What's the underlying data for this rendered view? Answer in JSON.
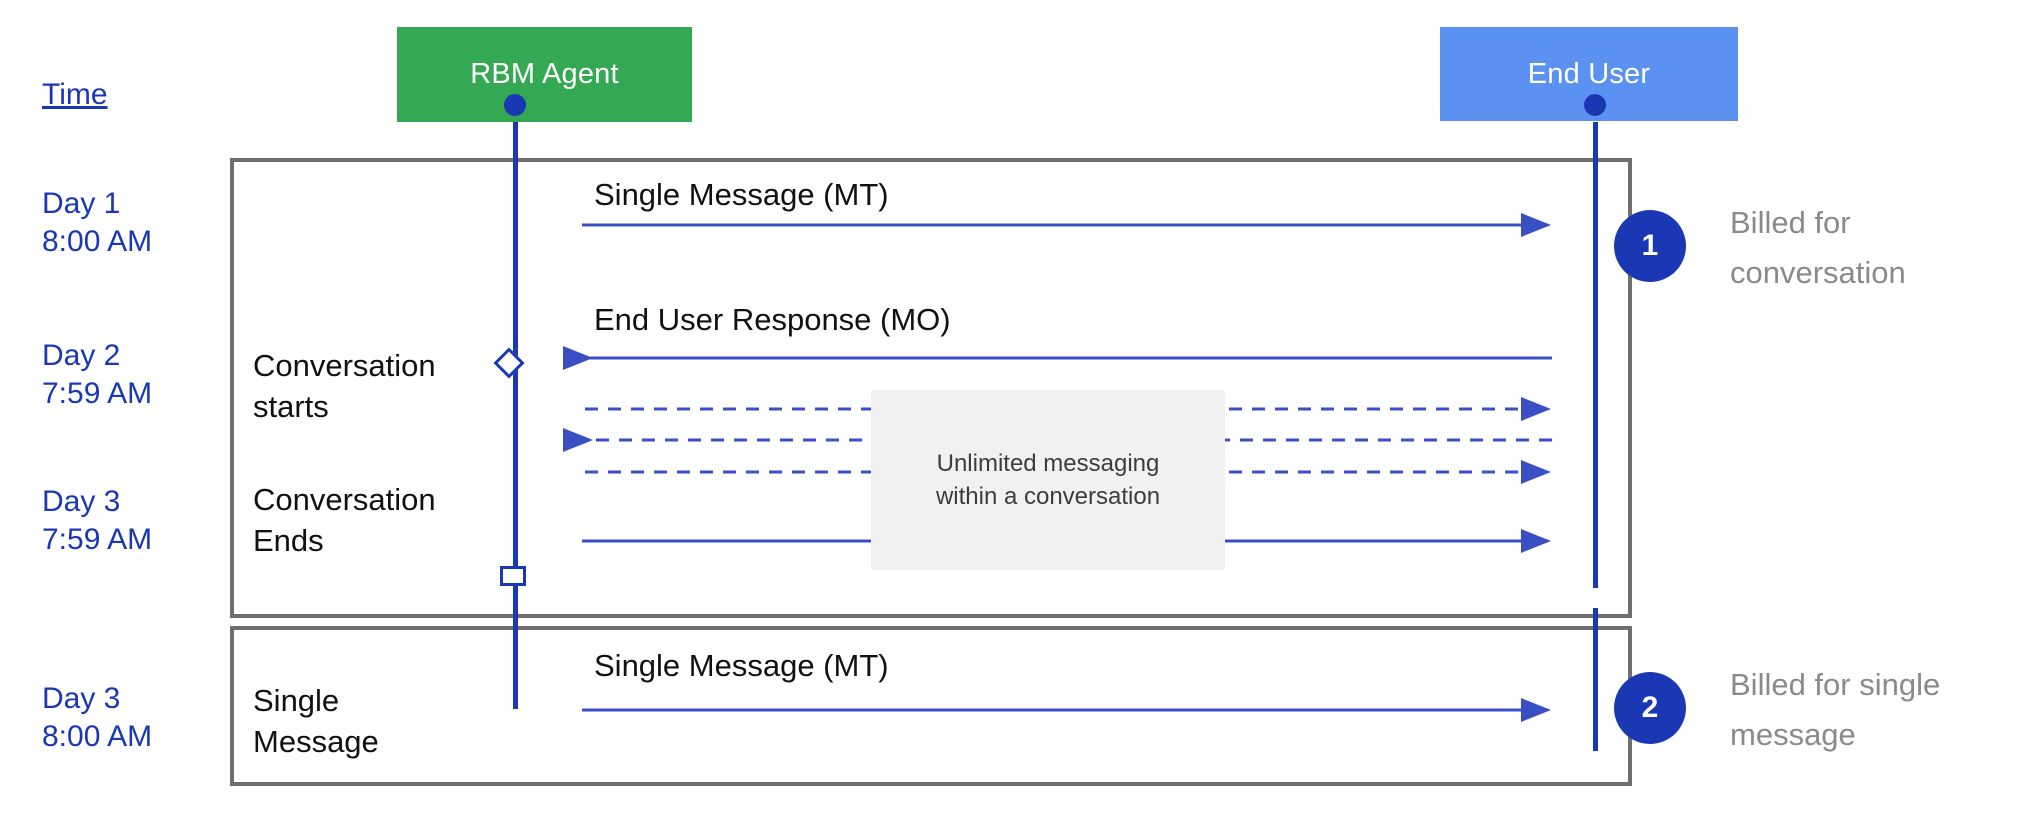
{
  "diagram": {
    "title_column": {
      "heading": "Time",
      "entries": [
        {
          "day": "Day 1",
          "time": "8:00 AM",
          "text": "Day 1\n8:00 AM"
        },
        {
          "day": "Day 2",
          "time": "7:59 AM",
          "text": "Day 2\n7:59 AM"
        },
        {
          "day": "Day 3",
          "time": "7:59 AM",
          "text": "Day 3\n7:59 AM"
        },
        {
          "day": "Day 3",
          "time": "8:00 AM",
          "text": "Day 3\n8:00 AM"
        }
      ]
    },
    "actors": [
      {
        "name": "rbm-agent",
        "label": "RBM Agent",
        "color": "#34a853"
      },
      {
        "name": "end-user",
        "label": "End User",
        "color": "#5b91f0"
      }
    ],
    "stage_labels": [
      {
        "text": "Conversation\nstarts"
      },
      {
        "text": "Conversation\nEnds"
      },
      {
        "text": "Single\nMessage"
      }
    ],
    "messages": [
      {
        "label": "Single Message (MT)",
        "direction": "agent-to-user",
        "style": "solid"
      },
      {
        "label": "End User Response (MO)",
        "direction": "user-to-agent",
        "style": "solid"
      },
      {
        "label": "",
        "direction": "agent-to-user",
        "style": "dashed"
      },
      {
        "label": "",
        "direction": "user-to-agent",
        "style": "dashed"
      },
      {
        "label": "",
        "direction": "agent-to-user",
        "style": "dashed"
      },
      {
        "label": "",
        "direction": "agent-to-user",
        "style": "solid"
      },
      {
        "label": "Single Message (MT)",
        "direction": "agent-to-user",
        "style": "solid"
      }
    ],
    "note": {
      "text": "Unlimited messaging\nwithin a conversation",
      "background": "#f1f1f1"
    },
    "billing": [
      {
        "badge": "1",
        "caption": "Billed for\nconversation"
      },
      {
        "badge": "2",
        "caption": "Billed for single\nmessage"
      }
    ],
    "colors": {
      "line_blue": "#1a38b3",
      "arrow_blue": "#3b4fc4",
      "group_border": "#6e6e6e",
      "time_text": "#1a38b3",
      "caption_grey": "#8a8a8a"
    }
  }
}
